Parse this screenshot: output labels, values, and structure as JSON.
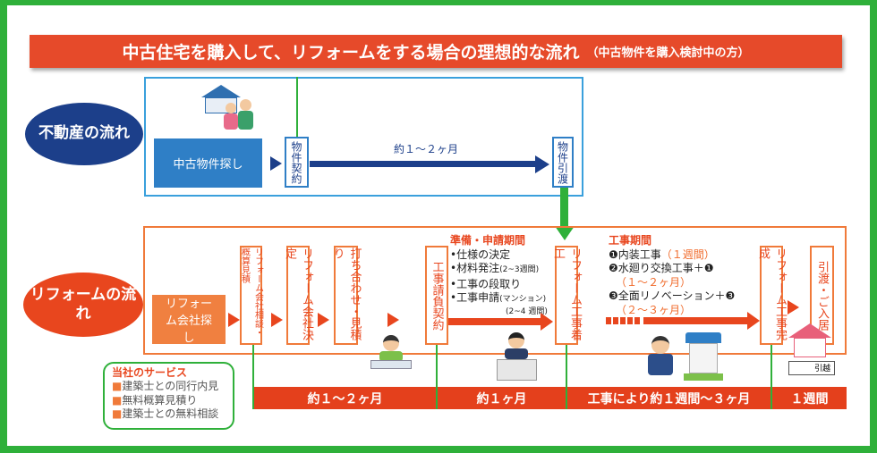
{
  "title": {
    "main": "中古住宅を購入して、リフォームをする場合の理想的な流れ",
    "sub": "（中古物件を購入検討中の方）"
  },
  "real_estate": {
    "label": "不動産の流れ",
    "search": "中古物件探し",
    "contract": "物件契約",
    "duration": "約１～２ヶ月",
    "handover": "物件引渡"
  },
  "reform": {
    "label": "リフォームの流れ",
    "search": "リフォーム会社探し",
    "steps": [
      "リフォーム会社相談・概算見積",
      "リフォーム会社決定",
      "打ち合わせ・見積り",
      "工事請負契約",
      "リフォーム工事着工",
      "リフォーム工事完成",
      "引渡・ご入居"
    ],
    "prep": {
      "heading": "準備・申請期間",
      "items": [
        "•仕様の決定",
        "•材料発注",
        "•工事の段取り",
        "•工事申請"
      ],
      "notes": [
        "(2~3週間)",
        "(マンション)",
        "(2~4 週間)"
      ]
    },
    "work": {
      "heading": "工事期間",
      "items": [
        "❶内装工事",
        "❷水廻り交換工事＋❶",
        "❸全面リノベーション＋❸"
      ],
      "durations": [
        "（１週間）",
        "（１～２ヶ月）",
        "（２～３ヶ月）"
      ]
    },
    "truck_label": "引越"
  },
  "timeline": [
    "約１～２ヶ月",
    "約１ヶ月",
    "工事により約１週間～３ヶ月",
    "１週間"
  ],
  "services": {
    "heading": "当社のサービス",
    "items": [
      "建築士との同行内見",
      "無料概算見積り",
      "建築士との無料相談"
    ]
  },
  "colors": {
    "green": "#2fb03a",
    "red": "#e4401c",
    "navy": "#1c3f8a",
    "blue": "#2f7fc6",
    "orange": "#f07a3a"
  }
}
